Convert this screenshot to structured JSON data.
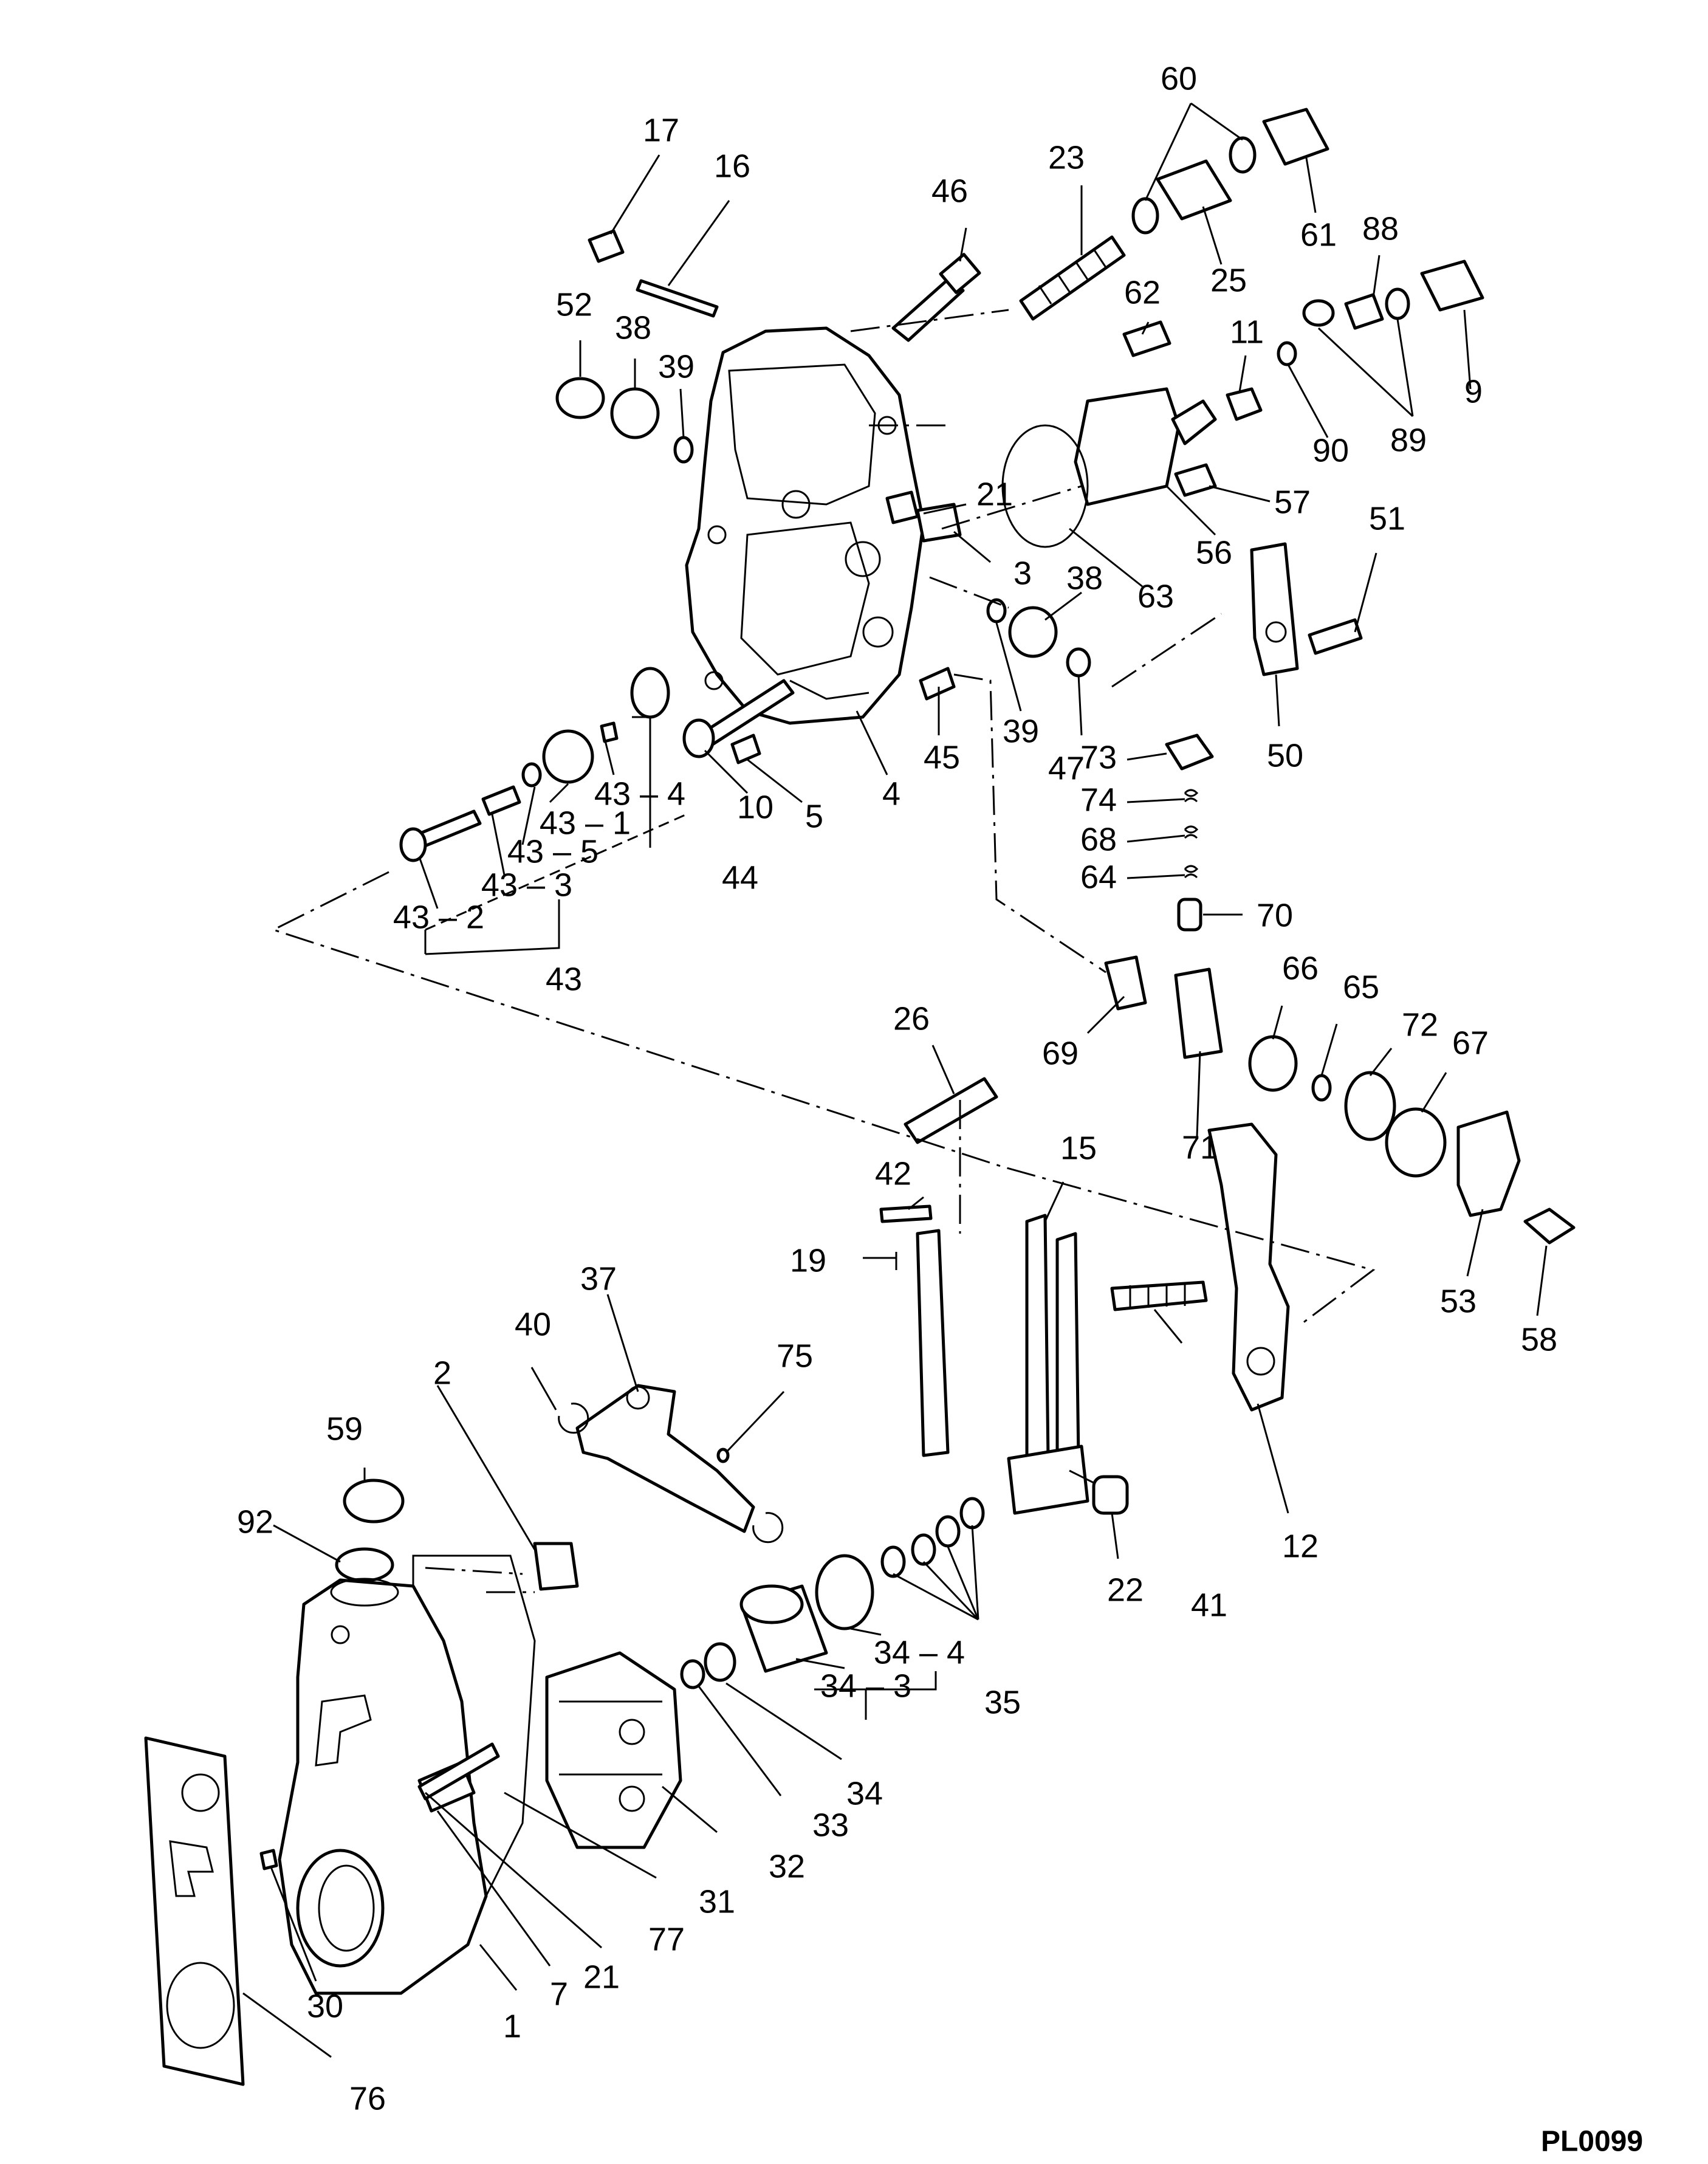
{
  "drawing": {
    "code": "PL0099",
    "callouts": [
      "17",
      "16",
      "46",
      "23",
      "60",
      "61",
      "25",
      "88",
      "9",
      "52",
      "38",
      "39",
      "62",
      "11",
      "90",
      "89",
      "21",
      "57",
      "3",
      "63",
      "56",
      "51",
      "38",
      "39",
      "47",
      "50",
      "10",
      "5",
      "4",
      "45",
      "73",
      "74",
      "68",
      "64",
      "70",
      "43 – 4",
      "43 – 1",
      "43 – 5",
      "43 – 3",
      "43 – 2",
      "43",
      "44",
      "69",
      "66",
      "65",
      "72",
      "67",
      "26",
      "71",
      "42",
      "15",
      "19",
      "53",
      "58",
      "37",
      "40",
      "75",
      "41",
      "12",
      "2",
      "59",
      "92",
      "22",
      "35",
      "34 – 4",
      "34 – 3",
      "34",
      "33",
      "32",
      "31",
      "77",
      "21",
      "7",
      "30",
      "1",
      "76"
    ]
  }
}
